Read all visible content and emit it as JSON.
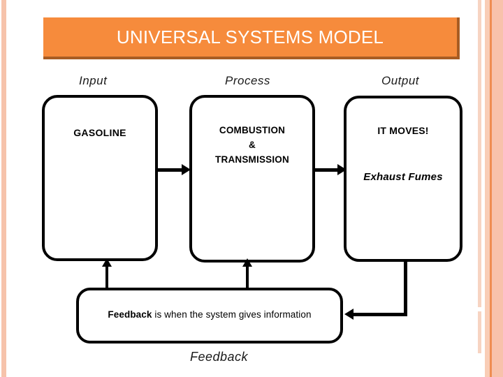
{
  "slide": {
    "title": "UNIVERSAL SYSTEMS MODEL",
    "accent_color": "#f68b3c",
    "accent_border_color": "#a85c23",
    "title_text_color": "#ffffff",
    "background_color": "#ffffff",
    "stripe_colors": [
      "#f6c3ab",
      "#f7d4c2",
      "#f9cdb6",
      "#ef8d52",
      "#f8c2ab"
    ]
  },
  "labels": {
    "input": "Input",
    "process": "Process",
    "output": "Output",
    "feedback": "Feedback"
  },
  "boxes": {
    "input": {
      "name": "input-box",
      "text": "GASOLINE"
    },
    "process": {
      "name": "process-box",
      "line1": "COMBUSTION",
      "line2": "&",
      "line3": "TRANSMISSION"
    },
    "output": {
      "name": "output-box",
      "line1": "IT MOVES!",
      "line2": "Exhaust Fumes"
    },
    "feedback": {
      "name": "feedback-box",
      "bold_word": "Feedback",
      "rest": " is when the system gives information"
    }
  },
  "connectors": [
    {
      "name": "input-to-process-arrow",
      "direction": "right"
    },
    {
      "name": "process-to-output-arrow",
      "direction": "right"
    },
    {
      "name": "feedback-to-input-arrow",
      "direction": "up"
    },
    {
      "name": "feedback-to-process-arrow",
      "direction": "up"
    },
    {
      "name": "output-to-feedback-arrow",
      "direction": "left"
    }
  ]
}
